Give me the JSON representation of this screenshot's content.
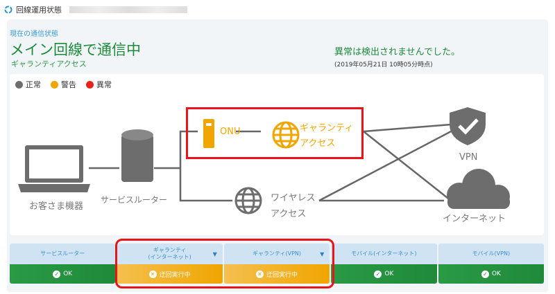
{
  "header": {
    "title": "回線運用状態"
  },
  "status": {
    "section_label": "現在の通信状態",
    "main_title": "メイン回線で通信中",
    "line_type": "ギャランティアクセス",
    "message": "異常は検出されませんでした。",
    "timestamp": "(2019年05月21日 10時05分時点)"
  },
  "legend": [
    {
      "label": "正常",
      "color": "#6d6d6d"
    },
    {
      "label": "警告",
      "color": "#f0a500"
    },
    {
      "label": "異常",
      "color": "#e8241a"
    }
  ],
  "diagram": {
    "customer": "お客さま機器",
    "router": "サービスルーター",
    "onu": "ONU",
    "guarantee_1": "ギャランティ",
    "guarantee_2": "アクセス",
    "wireless_1": "ワイヤレス",
    "wireless_2": "アクセス",
    "vpn": "VPN",
    "internet": "インターネット"
  },
  "tabs": [
    {
      "label": "サービスルーター",
      "status": "OK",
      "state": "ok"
    },
    {
      "label": "ギャランティ",
      "label2": "(インターネット)",
      "status": "迂回実行中",
      "state": "warn"
    },
    {
      "label": "ギャランティ(VPN)",
      "status": "迂回実行中",
      "state": "warn"
    },
    {
      "label": "モバイル(インターネット)",
      "status": "OK",
      "state": "ok"
    },
    {
      "label": "モバイル(VPN)",
      "status": "OK",
      "state": "ok"
    }
  ]
}
